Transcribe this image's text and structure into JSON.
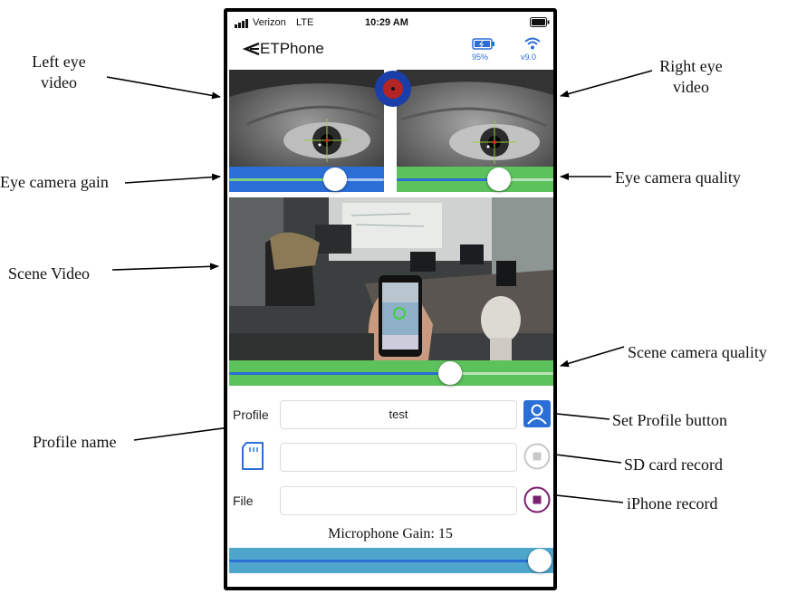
{
  "annotations": {
    "left_eye_video": "Left eye\nvideo",
    "right_eye_video": "Right eye\nvideo",
    "eye_camera_gain": "Eye camera gain",
    "eye_camera_quality": "Eye camera quality",
    "scene_video": "Scene Video",
    "scene_camera_quality": "Scene camera quality",
    "profile_name": "Profile name",
    "set_profile_button": "Set Profile button",
    "sd_card_record": "SD card record",
    "iphone_record": "iPhone record"
  },
  "status_bar": {
    "carrier": "Verizon",
    "network": "LTE",
    "time": "10:29 AM"
  },
  "header": {
    "app_title": "ETPhone",
    "battery_percent": "95%",
    "version": "v9.0",
    "accent_color": "#2b6fd6"
  },
  "sliders": {
    "eye_camera_gain_level": 0.68,
    "eye_camera_quality_level": 0.63,
    "scene_camera_quality_level": 0.68,
    "microphone_gain_level": 0.95
  },
  "profile": {
    "label": "Profile",
    "value": "test"
  },
  "sd_record": {
    "value": ""
  },
  "file": {
    "label": "File",
    "value": ""
  },
  "microphone": {
    "label": "Microphone Gain: 15"
  },
  "icons": {
    "back": "back-arrow-icon",
    "battery": "battery-icon",
    "wifi": "wifi-icon",
    "profile": "user-icon",
    "sd": "sd-card-icon",
    "sd_stop": "stop-icon",
    "iphone_stop": "stop-icon"
  }
}
